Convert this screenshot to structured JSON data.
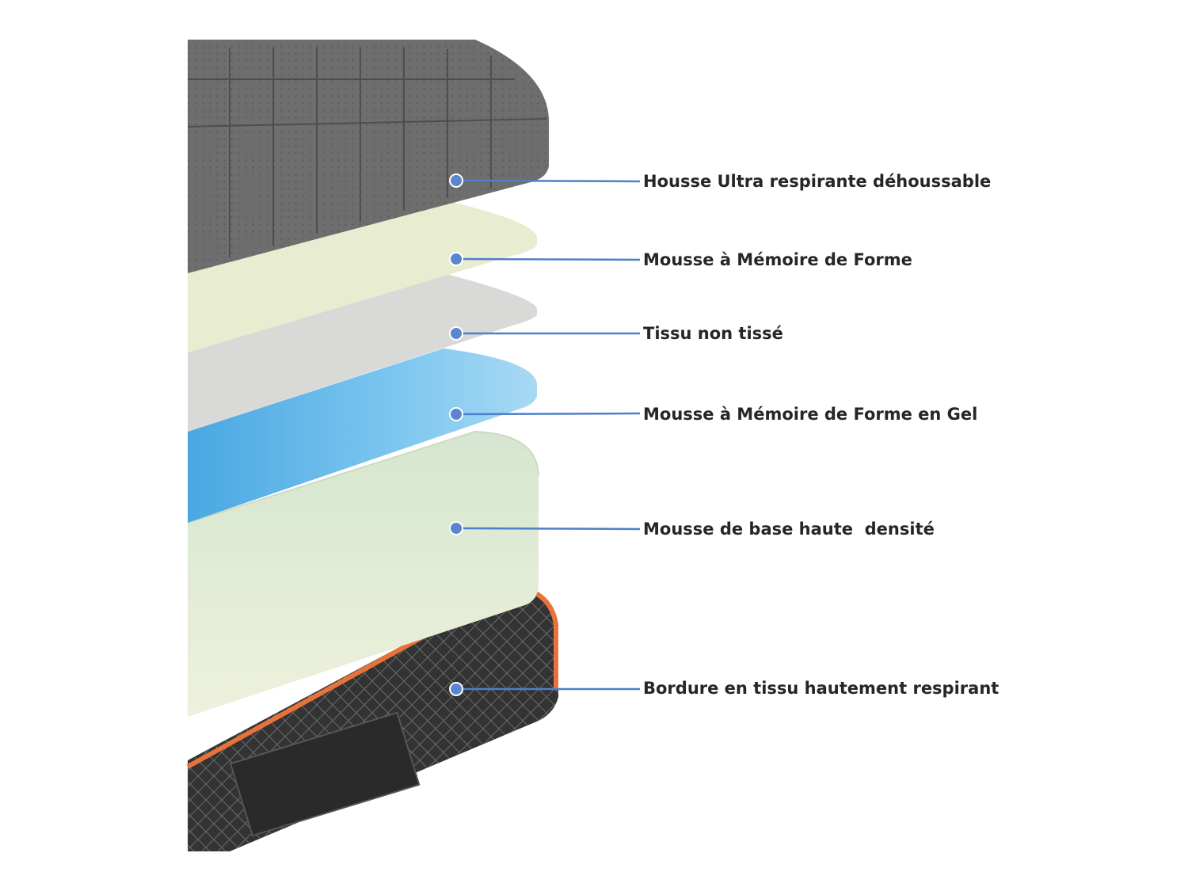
{
  "colors": {
    "cover": "#6b6b6b",
    "memory_foam": "#e7ecd2",
    "non_woven": "#d7d8d6",
    "gel_foam": "#5cb6ea",
    "base_foam": "#e4ecd4",
    "border_fabric": "#3c3c3c",
    "piping": "#e8733a",
    "callout": "#4f7fc8"
  },
  "layers": [
    {
      "label": "Housse Ultra respirante déhoussable",
      "icon": "quilted-cover"
    },
    {
      "label": "Mousse à Mémoire de Forme",
      "icon": "foam-layer"
    },
    {
      "label": "Tissu non tissé",
      "icon": "fabric-layer"
    },
    {
      "label": "Mousse à Mémoire de Forme en Gel",
      "icon": "gel-foam-layer"
    },
    {
      "label": "Mousse de base haute  densité",
      "icon": "base-foam-layer"
    },
    {
      "label": "Bordure en tissu hautement respirant",
      "icon": "quilted-border"
    }
  ]
}
